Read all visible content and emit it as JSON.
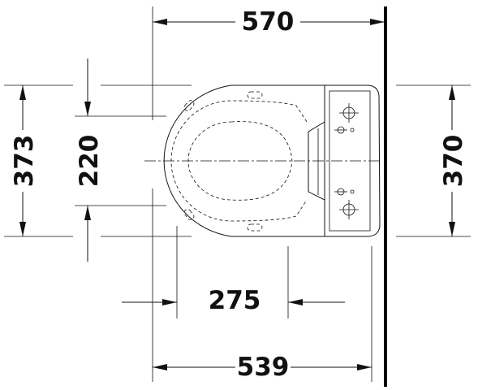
{
  "dimensions": {
    "overall_length": "570",
    "width_left": "373",
    "fixing_spacing": "220",
    "width_right": "370",
    "seat_offset": "275",
    "bowl_length": "539"
  }
}
